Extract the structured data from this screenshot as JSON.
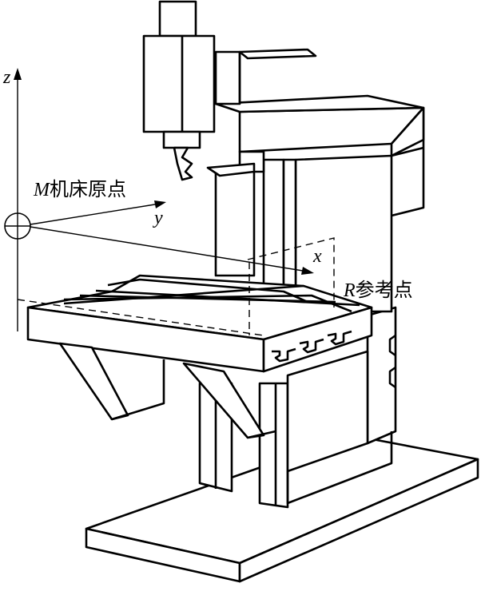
{
  "axes": {
    "z": "z",
    "y": "y",
    "x": "x"
  },
  "machine_origin": {
    "letter": "M",
    "label": "机床原点"
  },
  "reference_point": {
    "letter": "R",
    "label": "参考点"
  }
}
